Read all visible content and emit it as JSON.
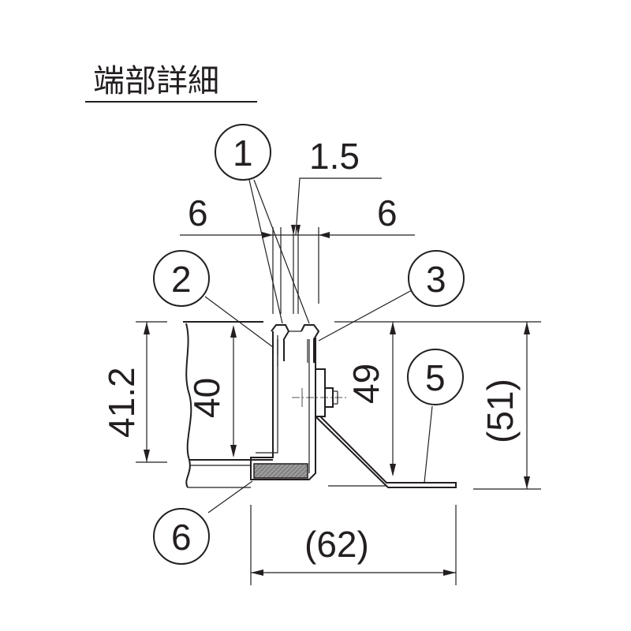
{
  "title": "端部詳細",
  "dimensions": {
    "gap_top": "1.5",
    "left_6": "6",
    "right_6": "6",
    "height_41_2": "41.2",
    "height_40": "40",
    "height_49": "49",
    "height_51": "(51)",
    "width_62": "(62)"
  },
  "callouts": [
    "1",
    "2",
    "3",
    "5",
    "6"
  ],
  "colors": {
    "line": "#231f20",
    "hatch_fill": "#8a8a8a",
    "background": "#ffffff"
  }
}
